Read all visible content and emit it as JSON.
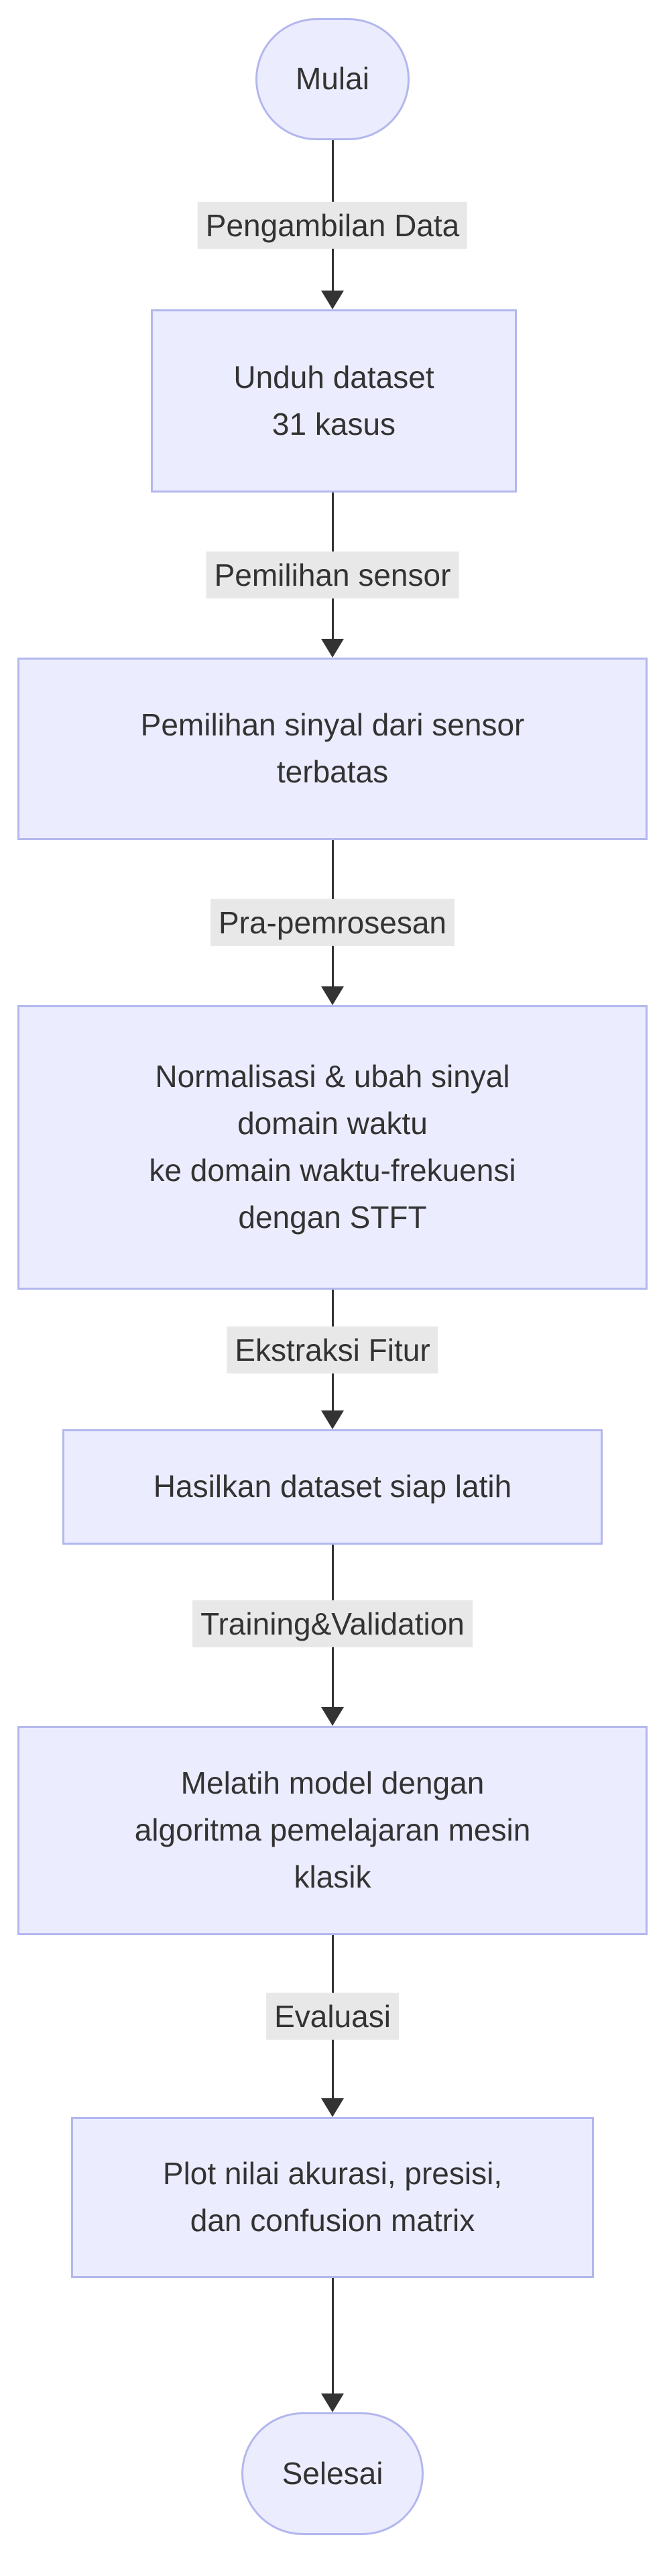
{
  "diagram": {
    "type": "flowchart",
    "direction": "top-down",
    "colors": {
      "background": "#ffffff",
      "node_fill": "#ECECFF",
      "node_border": "#b3b7ee",
      "edge_line": "#333333",
      "edge_label_bg": "#e8e8e8",
      "text": "#333333"
    },
    "start": {
      "label": "Mulai"
    },
    "end": {
      "label": "Selesai"
    },
    "steps": [
      {
        "text": "Unduh dataset\n31 kasus"
      },
      {
        "text": "Pemilihan sinyal dari sensor\nterbatas"
      },
      {
        "text": "Normalisasi & ubah sinyal\ndomain waktu\nke domain waktu-frekuensi\ndengan STFT"
      },
      {
        "text": "Hasilkan dataset siap latih"
      },
      {
        "text": "Melatih model dengan\nalgoritma pemelajaran mesin\nklasik"
      },
      {
        "text": "Plot nilai akurasi, presisi,\ndan confusion matrix"
      }
    ],
    "edge_labels": [
      {
        "label": "Pengambilan Data"
      },
      {
        "label": "Pemilihan sensor"
      },
      {
        "label": "Pra-pemrosesan"
      },
      {
        "label": "Ekstraksi Fitur"
      },
      {
        "label": "Training&Validation"
      },
      {
        "label": "Evaluasi"
      }
    ]
  }
}
